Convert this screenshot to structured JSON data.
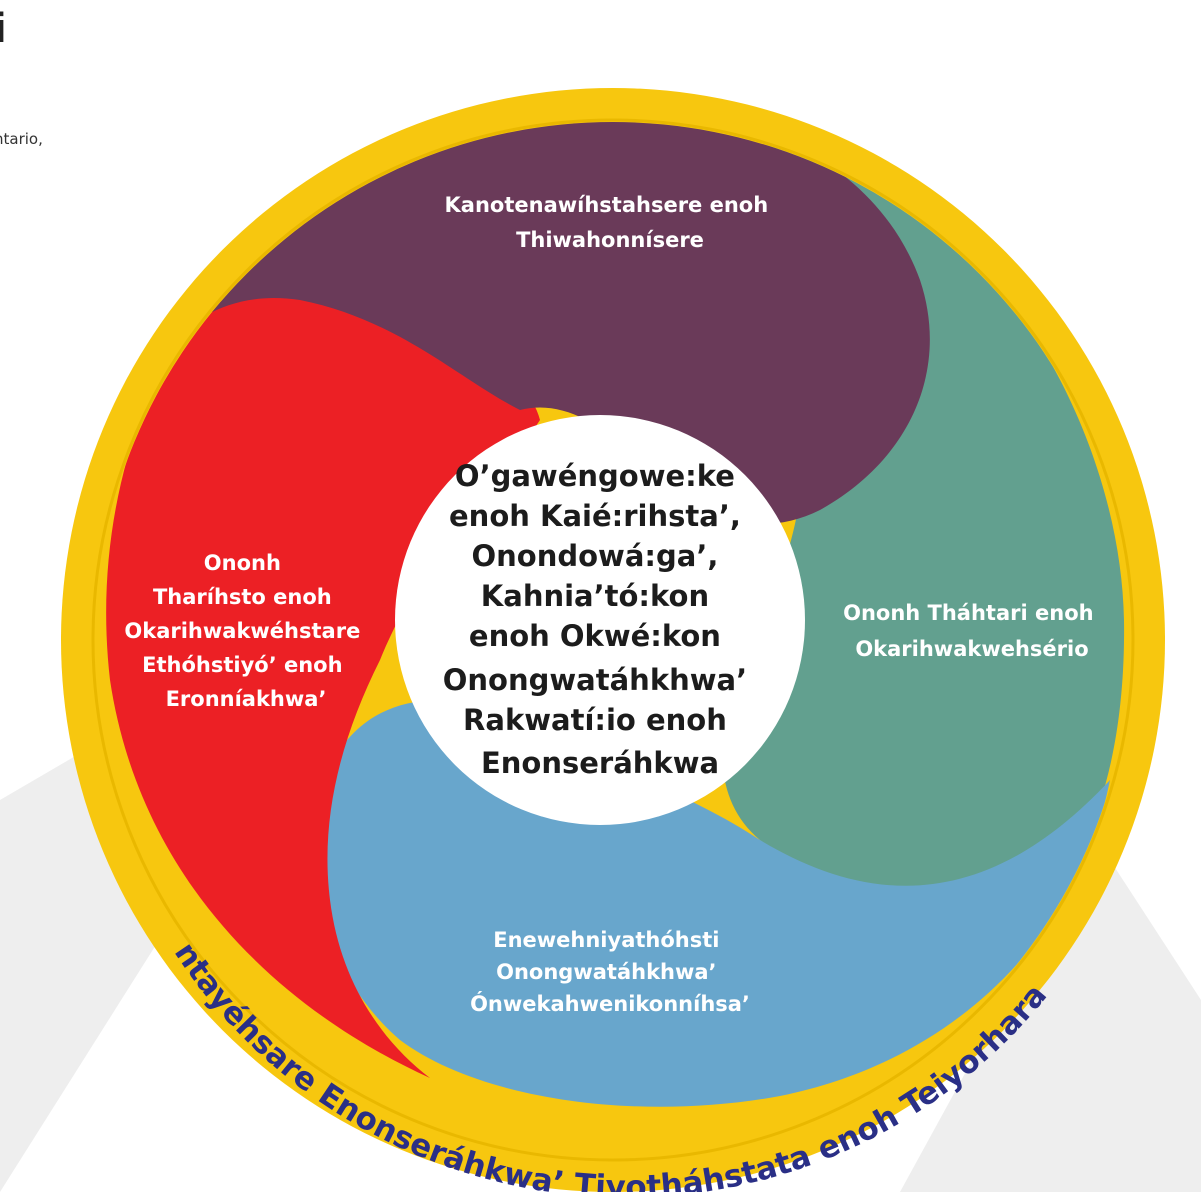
{
  "header": {
    "title_fragment": "i",
    "text_fragment": "ntario,"
  },
  "diagram": {
    "center_lines": [
      "O’gawéngowe:ke",
      "enoh Kaié:rihsta’,",
      "Onondowá:ga’,",
      "Kahnia’tó:kon",
      "enoh Okwé:kon",
      "Onongwatáhkhwa’",
      "Rakwatí:io enoh",
      "Enonseráhkwa"
    ],
    "top_lines": [
      "Kanotenawíhstahsere enoh",
      "Thiwahonnísere"
    ],
    "right_lines": [
      "Ononh Tháhtari enoh",
      "Okarihwakwehsério"
    ],
    "bottom_lines": [
      "Enewehniyathóhsti",
      "Onongwatáhkhwa’",
      "Ónwekahwenikonníhsa’"
    ],
    "left_lines": [
      "Ononh",
      "Tharíhsto enoh",
      "Okarihwakwéhstare",
      "Ethóhstiyó’ enoh",
      "Eronníakhwa’"
    ],
    "ring_text": "Ontayéhsare Enonseráhkwa’ Tiyotháhstata enoh Teiyorharaké"
  },
  "colors": {
    "ring": "#F7C70F",
    "purple": "#6A3A59",
    "teal": "#62A08F",
    "blue": "#68A6CC",
    "red": "#EC2025",
    "ring_text": "#2A2F86",
    "center": "#FFFFFF",
    "mountains": "#E9E9E9"
  }
}
